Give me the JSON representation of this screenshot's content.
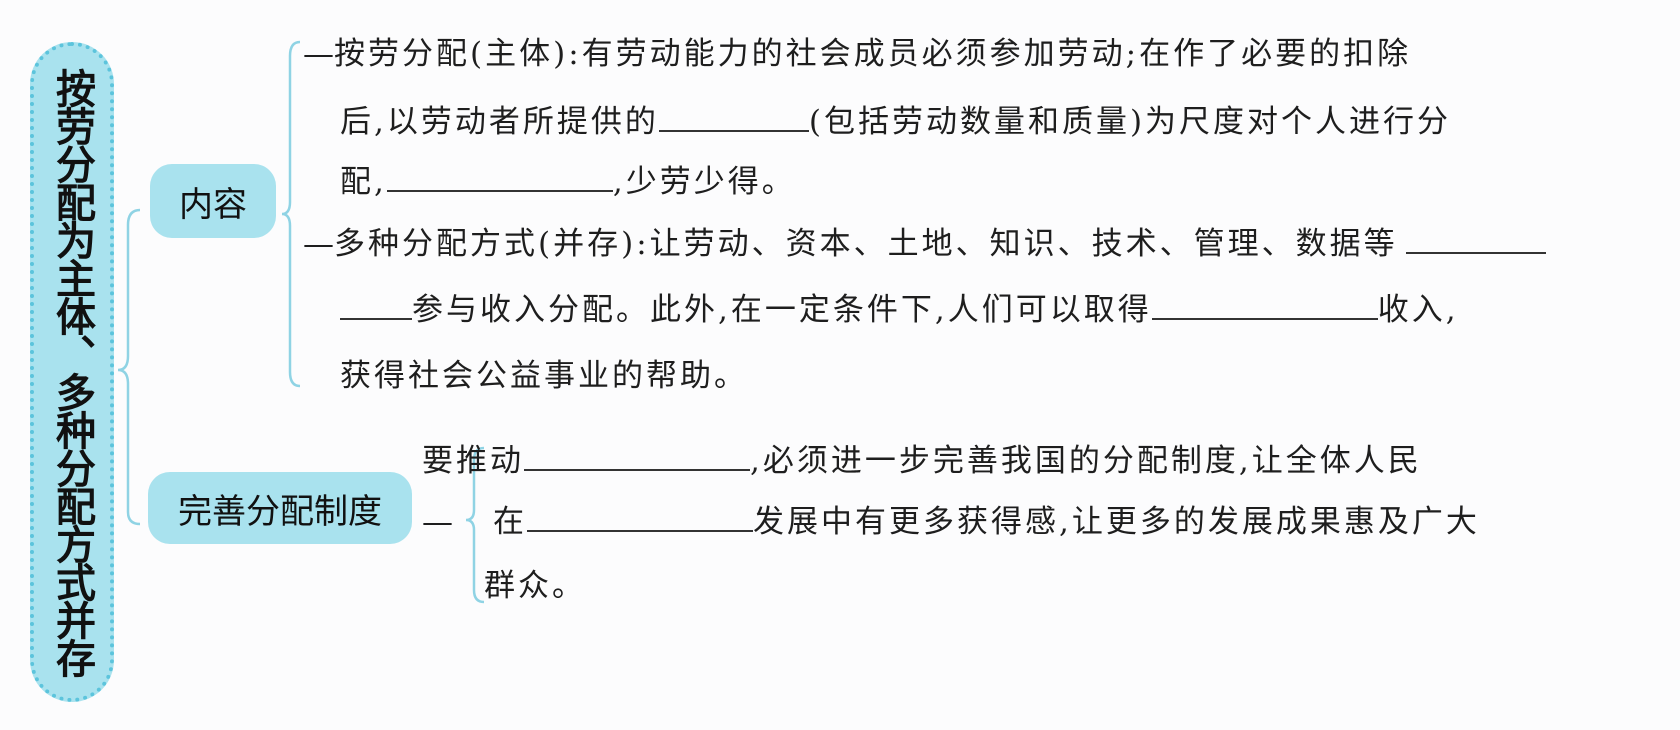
{
  "title": "按劳分配为主体、多种分配方式并存",
  "node_content": "内容",
  "node_perfect": "完善分配制度",
  "dash": "—",
  "item1": {
    "line1": "按劳分配(主体):有劳动能力的社会成员必须参加劳动;在作了必要的扣除",
    "line2a": "后,以劳动者所提供的",
    "line2b": "(包括劳动数量和质量)为尺度对个人进行分",
    "line3a": "配,",
    "line3b": ",少劳少得。"
  },
  "item2": {
    "line1": "多种分配方式(并存):让劳动、资本、土地、知识、技术、管理、数据等",
    "line2a": "参与收入分配。此外,在一定条件下,人们可以取得",
    "line2b": "收入,",
    "line3": "获得社会公益事业的帮助。"
  },
  "item3": {
    "line1a": "要推动",
    "line1b": ",必须进一步完善我国的分配制度,让全体人民",
    "line2a": "在",
    "line2b": "发展中有更多获得感,让更多的发展成果惠及广大",
    "line3": "群众。"
  },
  "colors": {
    "pill_fill": "#a9e2ee",
    "pill_border": "#5cc4dc",
    "bracket": "#8fd3e4"
  }
}
